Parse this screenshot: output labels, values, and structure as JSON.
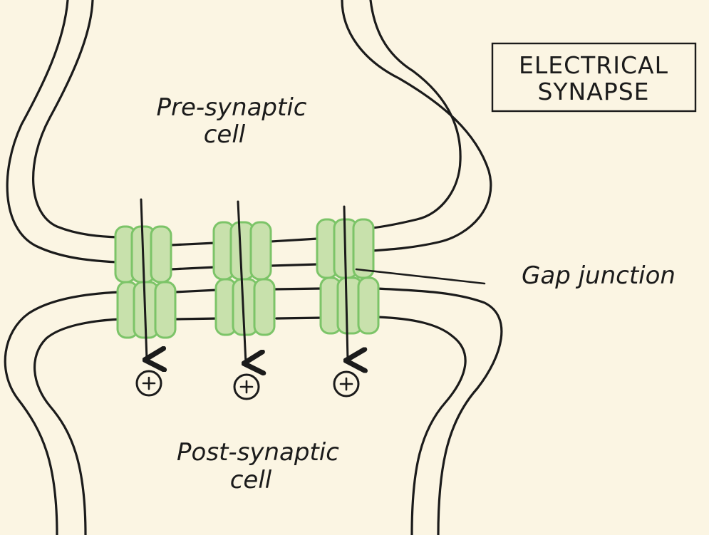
{
  "title": {
    "line1": "ELECTRICAL",
    "line2": "SYNAPSE"
  },
  "labels": {
    "pre_line1": "Pre-synaptic",
    "pre_line2": "cell",
    "post_line1": "Post-synaptic",
    "post_line2": "cell",
    "gap_junction": "Gap junction"
  },
  "ion_charge": "+",
  "colors": {
    "background": "#fbf5e3",
    "ink": "#1b1b1b",
    "channel_fill": "#c8e1ac",
    "channel_stroke": "#7cc468"
  }
}
